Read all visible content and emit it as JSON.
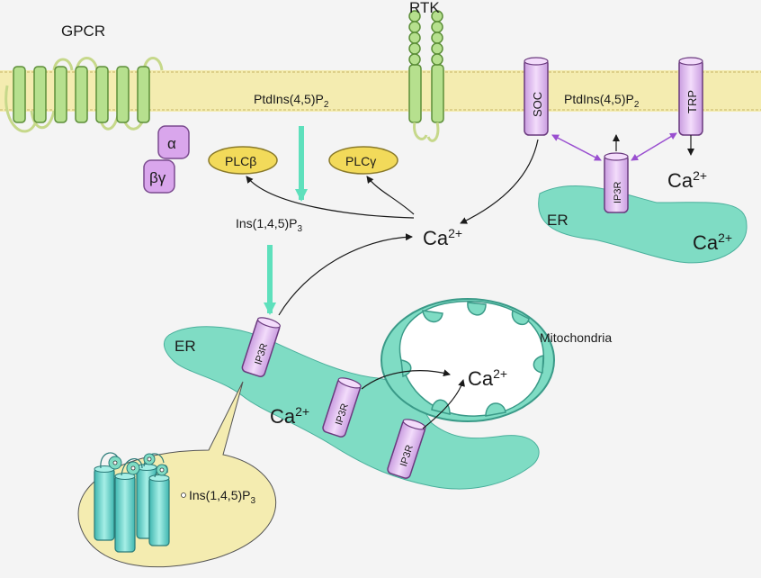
{
  "colors": {
    "background": "#f4f4f4",
    "membrane": "#f4ecb0",
    "receptor_green": "#b6e08e",
    "er_teal": "#7fdcc4",
    "channel_purple": "#ddb6ee",
    "plc_yellow": "#f2da5a",
    "flux_arrow": "#5ee0bc",
    "interaction_arrow": "#9a4fd0"
  },
  "labels": {
    "gpcr": "GPCR",
    "rtk": "RTK",
    "pip2_center": "PtdIns(4,5)P",
    "pip2_right": "PtdIns(4,5)P",
    "pip2_sub": "2",
    "alpha": "α",
    "betagamma": "βγ",
    "plc_beta": "PLCβ",
    "plc_gamma": "PLCγ",
    "ip3": "Ins(1,4,5)P",
    "ip3_sub": "3",
    "ca": "Ca",
    "ca_sup": "2+",
    "soc": "SOC",
    "trp": "TRP",
    "ip3r": "IP3R",
    "er": "ER",
    "mitochondria": "Mitochondria",
    "ip3_legend": "Ins(1,4,5)P",
    "ip3_legend_sub": "3"
  },
  "icons": [
    "gpcr-receptor-icon",
    "rtk-receptor-icon",
    "ip3-receptor-channel-icon",
    "mitochondrion-icon",
    "ip3r-tetramer-icon"
  ]
}
